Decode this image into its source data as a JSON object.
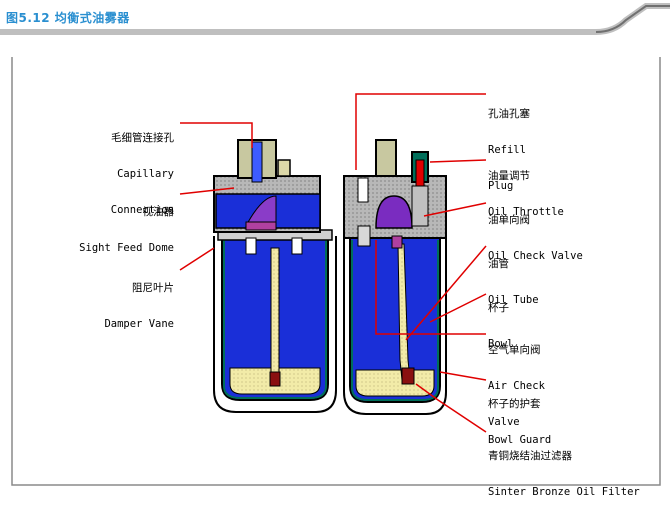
{
  "header": {
    "title": "图5.12  均衡式油雾器"
  },
  "labels_left": [
    {
      "id": "capillary",
      "cn": "毛细管连接孔",
      "en1": "Capillary",
      "en2": "Connection"
    },
    {
      "id": "sight",
      "cn": "视油器",
      "en1": "Sight Feed Dome",
      "en2": ""
    },
    {
      "id": "damper",
      "cn": "阻尼叶片",
      "en1": "Damper Vane",
      "en2": ""
    }
  ],
  "labels_right": [
    {
      "id": "refill",
      "cn": "孔油孔塞",
      "en1": "Refill",
      "en2": "Plug"
    },
    {
      "id": "throttle",
      "cn": "油量调节",
      "en1": "Oil Throttle",
      "en2": ""
    },
    {
      "id": "checkvalve",
      "cn": "油单向阀",
      "en1": "Oil Check Valve",
      "en2": ""
    },
    {
      "id": "tube",
      "cn": "油管",
      "en1": "Oil Tube",
      "en2": ""
    },
    {
      "id": "bowl",
      "cn": "杯子",
      "en1": "Bowl",
      "en2": ""
    },
    {
      "id": "aircheck",
      "cn": "空气单向阀",
      "en1": "Air Check",
      "en2": "Valve"
    },
    {
      "id": "guard",
      "cn": "杯子的护套",
      "en1": "Bowl Guard",
      "en2": ""
    },
    {
      "id": "filter",
      "cn": "青铜烧结油过滤器",
      "en1": "Sinter Bronze Oil Filter",
      "en2": ""
    }
  ],
  "colors": {
    "title": "#2a8fd0",
    "bowl_blue": "#1a2fd8",
    "leader_red": "#e00000",
    "oil_yellow": "#f0e8a0",
    "body_gray": "#a0a0a0",
    "guard_green": "#006e5a"
  }
}
